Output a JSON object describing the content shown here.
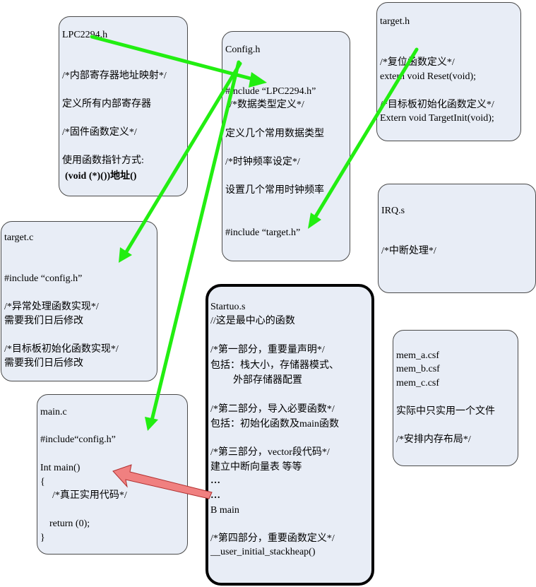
{
  "lpc": {
    "title": "LPC2294.h",
    "c1": "/*内部寄存器地址映射*/",
    "l1": "定义所有内部寄存器",
    "c2": "/*固件函数定义*/",
    "l2": "使用函数指针方式:",
    "l3": "(void (*)())地址()"
  },
  "config": {
    "title": "Config.h",
    "inc1": "#include “LPC2294.h”",
    "c1": "/*数据类型定义*/",
    "l1": "定义几个常用数据类型",
    "c2": "/*时钟频率设定*/",
    "l2": "设置几个常用时钟频率",
    "inc2": "#include “target.h”"
  },
  "target_h": {
    "title": "target.h",
    "c1": "/*复位函数定义*/",
    "l1": "extern void Reset(void);",
    "c2": "/*目标板初始化函数定义*/",
    "l2": "Extern void TargetInit(void);"
  },
  "irq": {
    "title": "IRQ.s",
    "c1": "/*中断处理*/"
  },
  "target_c": {
    "title": "target.c",
    "inc": "#include “config.h”",
    "c1": "/*异常处理函数实现*/",
    "l1": "需要我们日后修改",
    "c2": "/*目标板初始化函数实现*/",
    "l2": "需要我们日后修改"
  },
  "startup": {
    "title": "Startuo.s",
    "l1": "//这是最中心的函数",
    "c1": "/*第一部分，重要量声明*/",
    "l2": "包括：栈大小，存储器模式、",
    "l3": "外部存储器配置",
    "c2": "/*第二部分，导入必要函数*/",
    "l4": "包括：初始化函数及main函数",
    "c3": "/*第三部分，vector段代码*/",
    "l5": "建立中断向量表 等等",
    "d1": "…",
    "d2": "…",
    "l6": "B main",
    "c4": "/*第四部分，重要函数定义*/",
    "l7": "__user_initial_stackheap()"
  },
  "mem": {
    "f1": "mem_a.csf",
    "f2": "mem_b.csf",
    "f3": "mem_c.csf",
    "l1": "实际中只实用一个文件",
    "c1": "/*安排内存布局*/"
  },
  "main_c": {
    "title": "main.c",
    "inc": "#include“config.h”",
    "l1": "Int main()",
    "l2": "{",
    "c1": "/*真正实用代码*/",
    "l3": "return (0);",
    "l4": "}"
  },
  "colors": {
    "box_fill": "#e8edf6",
    "include_arrow": "#22ee11",
    "call_arrow_fill": "#f08080",
    "call_arrow_stroke": "#b03030"
  }
}
